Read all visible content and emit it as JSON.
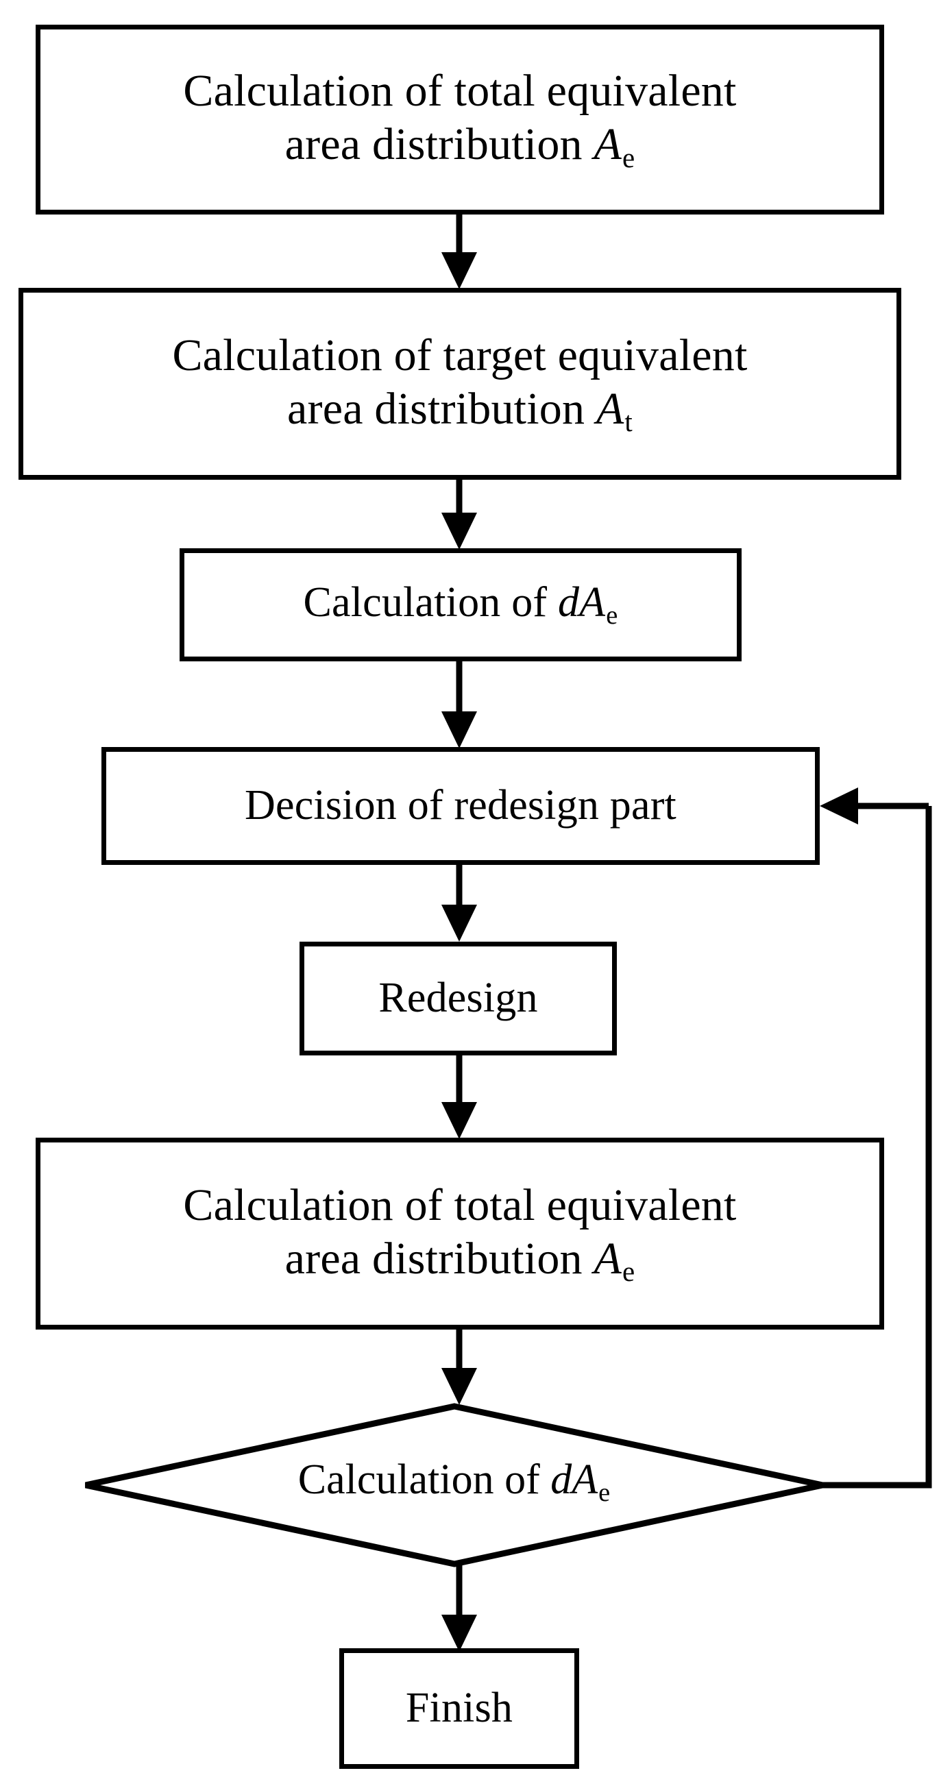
{
  "diagram": {
    "type": "flowchart",
    "title": "Equivalent area distribution redesign flowchart",
    "background_color": "#ffffff",
    "stroke_color": "#000000",
    "text_color": "#000000"
  },
  "nodes": {
    "calc_total_area_1": {
      "shape": "rectangle",
      "line1": "Calculation of total equivalent",
      "line2_prefix": "area distribution ",
      "symbol_var": "A",
      "symbol_sub": "e"
    },
    "calc_target_area": {
      "shape": "rectangle",
      "line1": "Calculation of target equivalent",
      "line2_prefix": "area distribution ",
      "symbol_var": "A",
      "symbol_sub": "t"
    },
    "calc_dae_1": {
      "shape": "rectangle",
      "line1": "Calculation of ",
      "symbol_var": "dA",
      "symbol_sub": "e"
    },
    "decision_redesign_part": {
      "shape": "rectangle",
      "line1": "Decision of redesign part"
    },
    "redesign": {
      "shape": "rectangle",
      "line1": "Redesign"
    },
    "calc_total_area_2": {
      "shape": "rectangle",
      "line1": "Calculation of total equivalent",
      "line2_prefix": "area distribution ",
      "symbol_var": "A",
      "symbol_sub": "e"
    },
    "calc_dae_2": {
      "shape": "diamond",
      "line1": "Calculation of ",
      "symbol_var": "dA",
      "symbol_sub": "e"
    },
    "finish": {
      "shape": "rectangle",
      "line1": "Finish"
    }
  },
  "edges": [
    {
      "from": "calc_total_area_1",
      "to": "calc_target_area",
      "label": "",
      "direction": "down"
    },
    {
      "from": "calc_target_area",
      "to": "calc_dae_1",
      "label": "",
      "direction": "down"
    },
    {
      "from": "calc_dae_1",
      "to": "decision_redesign_part",
      "label": "",
      "direction": "down"
    },
    {
      "from": "decision_redesign_part",
      "to": "redesign",
      "label": "",
      "direction": "down"
    },
    {
      "from": "redesign",
      "to": "calc_total_area_2",
      "label": "",
      "direction": "down"
    },
    {
      "from": "calc_total_area_2",
      "to": "calc_dae_2",
      "label": "",
      "direction": "down"
    },
    {
      "from": "calc_dae_2",
      "to": "finish",
      "label": "",
      "direction": "down"
    },
    {
      "from": "calc_dae_2",
      "to": "decision_redesign_part",
      "label": "",
      "direction": "feedback-right-up-left"
    }
  ]
}
